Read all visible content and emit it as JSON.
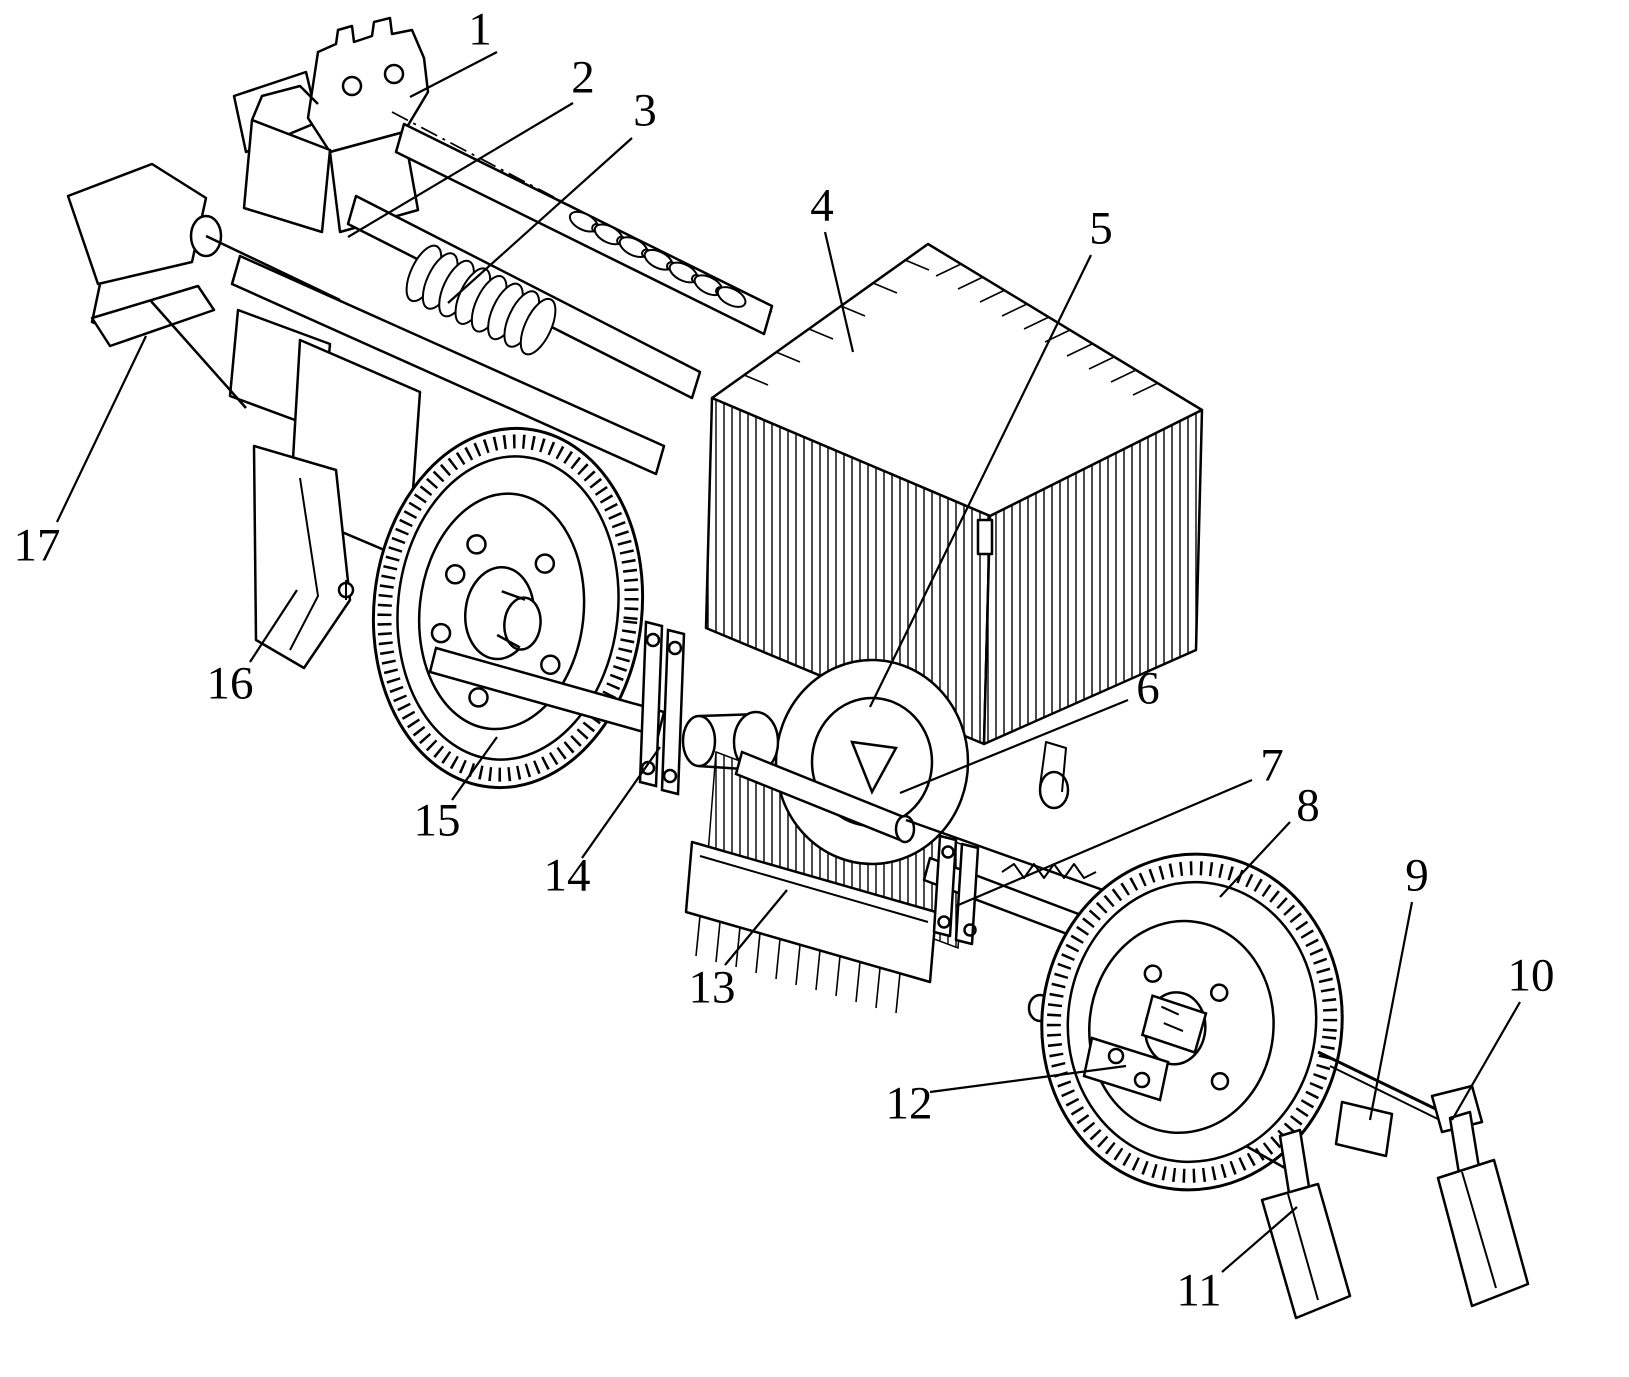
{
  "figure": {
    "kind": "technical line drawing",
    "subject": "perspective illustration of a tractor-mounted planter/seeder unit with hitch, seed hopper, metering unit, two press wheels and furrow openers",
    "background_color": "#ffffff",
    "ink_color": "#000000",
    "callout_count": 17
  },
  "callouts": [
    {
      "label": "1"
    },
    {
      "label": "2"
    },
    {
      "label": "3"
    },
    {
      "label": "4"
    },
    {
      "label": "5"
    },
    {
      "label": "6"
    },
    {
      "label": "7"
    },
    {
      "label": "8"
    },
    {
      "label": "9"
    },
    {
      "label": "10"
    },
    {
      "label": "11"
    },
    {
      "label": "12"
    },
    {
      "label": "13"
    },
    {
      "label": "14"
    },
    {
      "label": "15"
    },
    {
      "label": "16"
    },
    {
      "label": "17"
    }
  ]
}
